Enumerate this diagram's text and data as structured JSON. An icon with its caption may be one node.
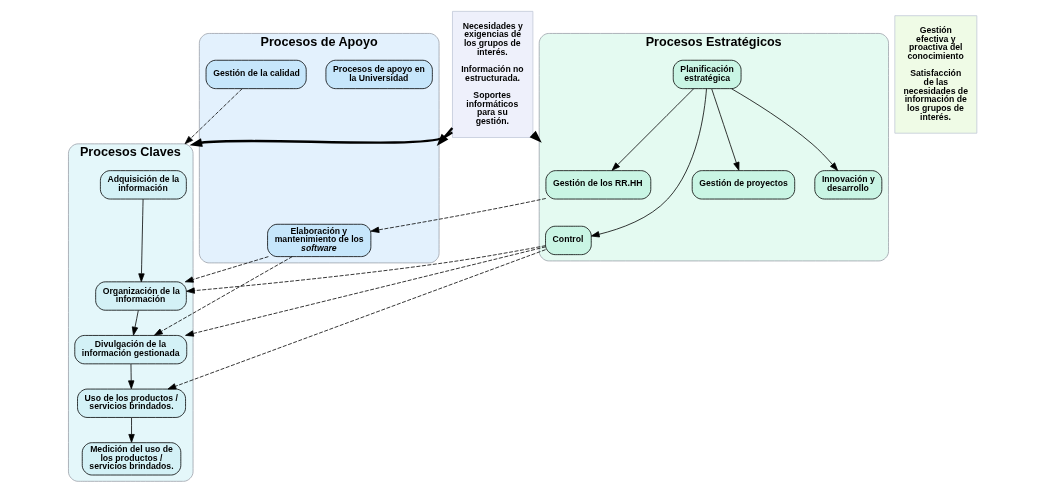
{
  "diagram": {
    "nodes": [
      {
        "text": [
          "Procesos Estratégicos"
        ]
      },
      {
        "text": [
          "Gestión de los RR.HH"
        ],
        "in": 0
      },
      {
        "text": [
          "Innovación y desarrollo"
        ],
        "in": 0
      },
      {
        "text": [
          "Planificación estratégica"
        ],
        "in": 0
      },
      {
        "text": [
          "Control"
        ],
        "in": 0
      },
      {
        "text": [
          "Gestión de proyectos"
        ],
        "in": 0
      },
      {
        "text": [
          "Procesos Claves"
        ]
      },
      {
        "text": [
          "Adquisición de la información"
        ],
        "in": 6
      },
      {
        "text": [
          "Divulgación de la información gestionada"
        ],
        "in": 6
      },
      {
        "text": [
          "Medición del uso de los productos / servicios brindados."
        ],
        "in": 6
      },
      {
        "text": [
          "Organización de la información"
        ],
        "in": 6
      },
      {
        "text": [
          "Uso de los productos / servicios brindados."
        ],
        "in": 6
      },
      {
        "text": [
          "Procesos de Apoyo"
        ]
      },
      {
        "text": [
          "Elaboración y mantenimiento de los *software*"
        ],
        "in": 12
      },
      {
        "text": [
          "Procesos de apoyo en la Universidad"
        ],
        "in": 12
      },
      {
        "text": [
          "Gestión de la calidad"
        ],
        "in": 12
      },
      {
        "text": [
          "Necesidades y exigencias de los grupos de interés.",
          "Información no estructurada.",
          "Soportes informáticos para su gestión."
        ]
      },
      {
        "text": [
          "Gestión efectiva y proactiva del conocimiento",
          "Satisfacción de las necesidades de información de los grupos de interés."
        ]
      }
    ],
    "edges": [
      {
        "from": 3,
        "to": 1,
        "arrow": "to"
      },
      {
        "from": 3,
        "to": 2,
        "arrow": "to"
      },
      {
        "from": 3,
        "to": 4,
        "arrow": "to"
      },
      {
        "from": 3,
        "to": 5,
        "arrow": "to"
      },
      {
        "from": 1,
        "to": 13,
        "arrow": "to",
        "style": "dashed"
      },
      {
        "from": 4,
        "to": 10,
        "arrow": "to",
        "style": "dashed"
      },
      {
        "from": 4,
        "to": 11,
        "arrow": "to",
        "style": "dashed"
      },
      {
        "from": 4,
        "to": 8,
        "arrow": "to",
        "style": "dashed"
      },
      {
        "from": 7,
        "to": 10,
        "arrow": "to"
      },
      {
        "from": 10,
        "to": 8,
        "arrow": "to"
      },
      {
        "from": 13,
        "to": 10,
        "arrow": "to",
        "style": "dashed"
      },
      {
        "from": 13,
        "to": 8,
        "arrow": "to",
        "style": "dashed"
      },
      {
        "from": 8,
        "to": 11,
        "arrow": "to"
      },
      {
        "from": 11,
        "to": 9,
        "arrow": "to"
      },
      {
        "from": 15,
        "to": 6,
        "arrow": "to",
        "style": "dashed"
      },
      {
        "from": 16,
        "to": 0,
        "arrow": "to",
        "style": "thick"
      },
      {
        "from": 16,
        "to": 6,
        "arrow": "to",
        "style": "thick"
      },
      {
        "from": 16,
        "to": 12,
        "arrow": "to",
        "style": "thick"
      }
    ]
  }
}
